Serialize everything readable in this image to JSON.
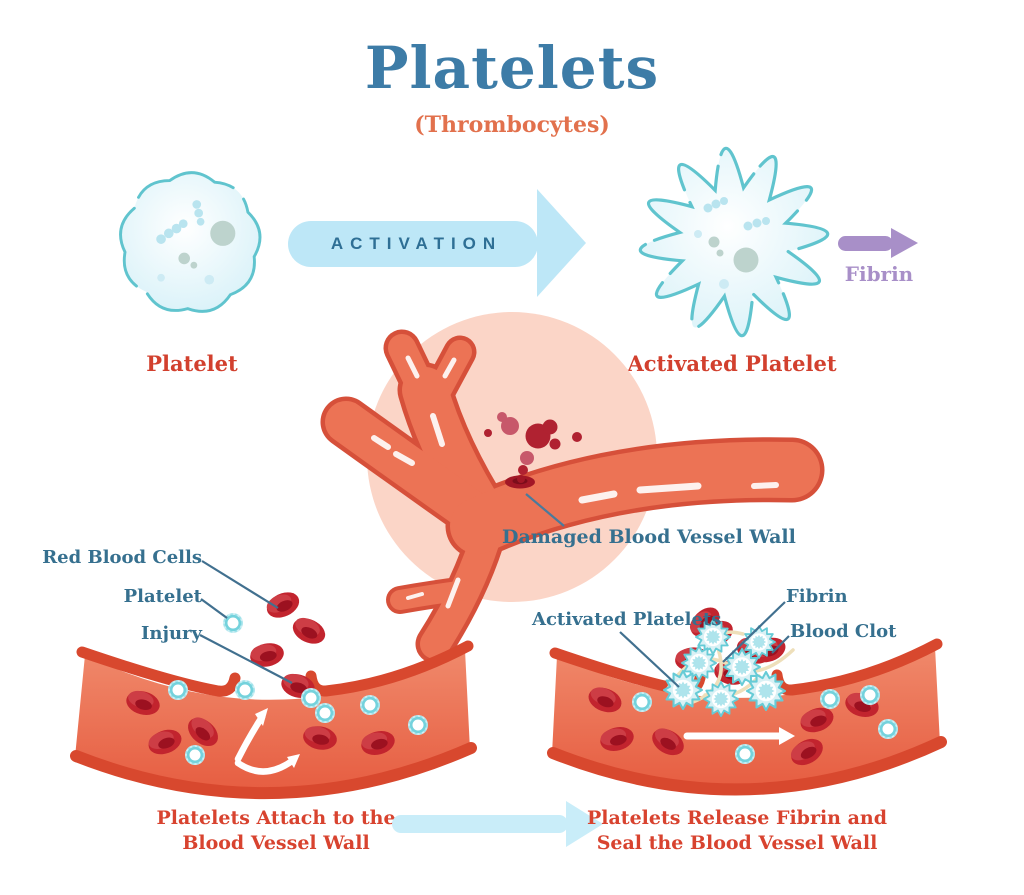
{
  "title": "Platelets",
  "subtitle": "(Thrombocytes)",
  "colors": {
    "title_blue": "#3d7ca7",
    "subtitle_orange": "#e2714d",
    "label_blue": "#36708f",
    "label_red": "#d2402e",
    "caption_red": "#d8432f",
    "arrow_light_blue": "#bde7f7",
    "flow_arrow_blue": "#c9edf9",
    "fibrin_purple": "#a88fc8",
    "activation_text": "#2e6f95",
    "vessel_coral": "#ec7254",
    "vessel_outline": "#d8482e",
    "red_blood_cell": "#c2242e",
    "platelet_teal": "#60c4ce",
    "pink_halo": "#fbd5c7"
  },
  "top_row": {
    "platelet_label": "Platelet",
    "activation_arrow_text": "ACTIVATION",
    "activated_platelet_label": "Activated Platelet",
    "fibrin_arrow_label": "Fibrin"
  },
  "middle": {
    "damaged_vessel_label": "Damaged Blood Vessel Wall"
  },
  "bottom_left": {
    "label_red_blood_cells": "Red Blood Cells",
    "label_platelet": "Platelet",
    "label_injury": "Injury",
    "caption_line1": "Platelets Attach to the",
    "caption_line2": "Blood Vessel Wall"
  },
  "bottom_right": {
    "label_activated_platelets": "Activated Platelets",
    "label_fibrin": "Fibrin",
    "label_blood_clot": "Blood Clot",
    "caption_line1": "Platelets Release Fibrin and",
    "caption_line2": "Seal the Blood Vessel Wall"
  }
}
